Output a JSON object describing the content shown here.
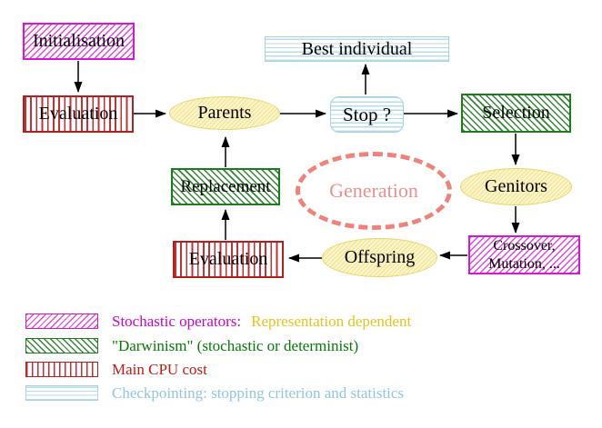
{
  "diagram": {
    "nodes": {
      "initialisation": {
        "label": "Initialisation"
      },
      "evaluation_top": {
        "label": "Evaluation"
      },
      "parents": {
        "label": "Parents"
      },
      "stop": {
        "label": "Stop ?"
      },
      "best_individual": {
        "label": "Best individual"
      },
      "selection": {
        "label": "Selection"
      },
      "genitors": {
        "label": "Genitors"
      },
      "crossover_mutation": {
        "line1": "Crossover,",
        "line2": "Mutation, ..."
      },
      "offspring": {
        "label": "Offspring"
      },
      "evaluation_bottom": {
        "label": "Evaluation"
      },
      "replacement": {
        "label": "Replacement"
      },
      "generation": {
        "label": "Generation"
      }
    },
    "colors": {
      "magenta": "#cc00cc",
      "green": "#1d7a1d",
      "red": "#b02020",
      "cyan": "#a2d2e2",
      "yellow_fill": "#fcf5c9",
      "yellow_border": "#e5d76a",
      "salmon_dash": "#f0827c",
      "generation_text": "#e89090",
      "arrow": "#000000"
    }
  },
  "legend": {
    "rows": [
      {
        "label": "Stochastic operators:",
        "label2": "Representation dependent",
        "color": "#cc00cc",
        "color2": "#e5c41a",
        "swatch": "magenta-diagonal-hatch"
      },
      {
        "label": "\"Darwinism\" (stochastic or determinist)",
        "color": "#077807",
        "swatch": "green-diagonal-hatch"
      },
      {
        "label": "Main CPU cost",
        "color": "#b92015",
        "swatch": "red-vertical-stripes"
      },
      {
        "label": "Checkpointing: stopping criterion and statistics",
        "color": "#92c5e4",
        "swatch": "cyan-horizontal-stripes"
      }
    ]
  }
}
